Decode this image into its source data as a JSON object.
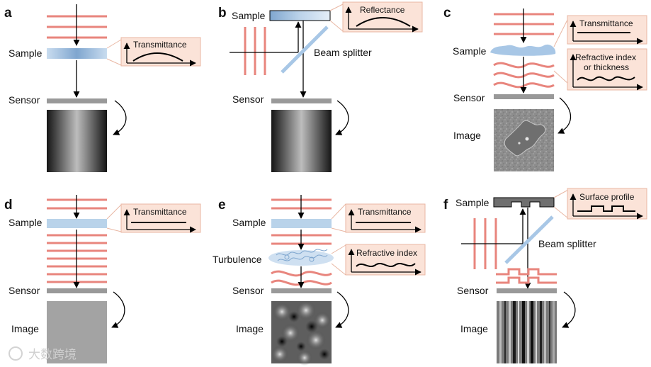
{
  "colors": {
    "beam": "#e8857d",
    "beam_dark_top": "#d68b86",
    "beam_dark_bottom": "#2a1a1a",
    "sample": "#b9d3ea",
    "sensor": "#999999",
    "inset_bg": "#fbe3d8",
    "inset_border": "#e9b7a3",
    "splitter": "#a8c7e6",
    "image_flat": "#a3a3a3"
  },
  "panels": {
    "a": {
      "letter": "a",
      "sample_label": "Sample",
      "sensor_label": "Sensor",
      "inset_label": "Transmittance"
    },
    "b": {
      "letter": "b",
      "sample_label": "Sample",
      "sensor_label": "Sensor",
      "splitter_label": "Beam splitter",
      "inset_label": "Reflectance"
    },
    "c": {
      "letter": "c",
      "sample_label": "Sample",
      "sensor_label": "Sensor",
      "image_label": "Image",
      "inset1_label": "Transmittance",
      "inset2_line1": "Refractive index",
      "inset2_line2": "or thickness"
    },
    "d": {
      "letter": "d",
      "sample_label": "Sample",
      "sensor_label": "Sensor",
      "image_label": "Image",
      "inset_label": "Transmittance"
    },
    "e": {
      "letter": "e",
      "sample_label": "Sample",
      "turbulence_label": "Turbulence",
      "sensor_label": "Sensor",
      "image_label": "Image",
      "inset1_label": "Transmittance",
      "inset2_label": "Refractive index"
    },
    "f": {
      "letter": "f",
      "sample_label": "Sample",
      "sensor_label": "Sensor",
      "image_label": "Image",
      "splitter_label": "Beam splitter",
      "inset_label": "Surface profile"
    }
  },
  "watermark": {
    "text": "大数跨境"
  }
}
